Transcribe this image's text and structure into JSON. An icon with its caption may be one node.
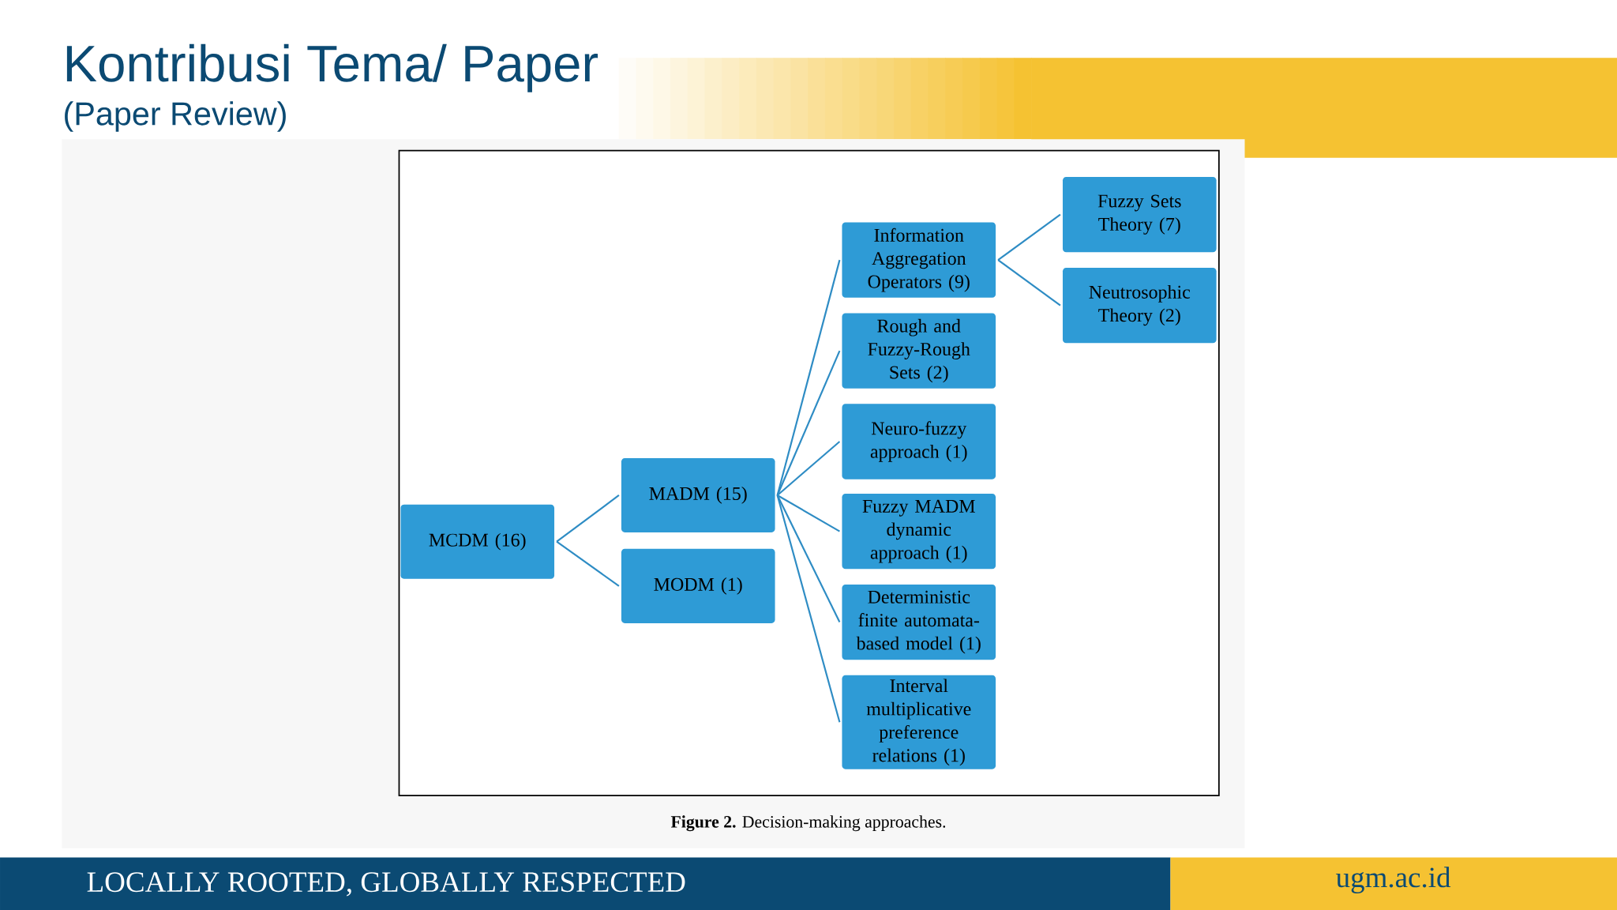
{
  "diagram": {
    "title": "Kontribusi Tema/ Paper",
    "caption": "**Figure 2.** Decision-making approaches.",
    "nodes": [
      {
        "text": [
          "MCDM (16)"
        ]
      },
      {
        "text": [
          "MADM (15)"
        ]
      },
      {
        "text": [
          "MODM (1)"
        ]
      },
      {
        "text": [
          "Information Aggregation Operators (9)"
        ]
      },
      {
        "text": [
          "Rough and Fuzzy-Rough Sets (2)"
        ]
      },
      {
        "text": [
          "Neuro-fuzzy approach (1)"
        ]
      },
      {
        "text": [
          "Fuzzy MADM dynamic approach (1)"
        ]
      },
      {
        "text": [
          "Deterministic finite automata-based model (1)"
        ]
      },
      {
        "text": [
          "Interval multiplicative preference relations (1)"
        ]
      },
      {
        "text": [
          "Fuzzy Sets Theory (7)"
        ]
      },
      {
        "text": [
          "Neutrosophic Theory (2)"
        ]
      }
    ],
    "edges": [
      {
        "from": 0,
        "to": 1,
        "arrow": "none"
      },
      {
        "from": 0,
        "to": 2,
        "arrow": "none"
      },
      {
        "from": 1,
        "to": 3,
        "arrow": "none"
      },
      {
        "from": 1,
        "to": 4,
        "arrow": "none"
      },
      {
        "from": 1,
        "to": 5,
        "arrow": "none"
      },
      {
        "from": 1,
        "to": 6,
        "arrow": "none"
      },
      {
        "from": 1,
        "to": 7,
        "arrow": "none"
      },
      {
        "from": 1,
        "to": 8,
        "arrow": "none"
      },
      {
        "from": 3,
        "to": 9,
        "arrow": "none"
      },
      {
        "from": 3,
        "to": 10,
        "arrow": "none"
      }
    ],
    "labels": [
      "(Paper Review)",
      "LOCALLY ROOTED, GLOBALLY RESPECTED",
      "ugm.ac.id"
    ]
  }
}
